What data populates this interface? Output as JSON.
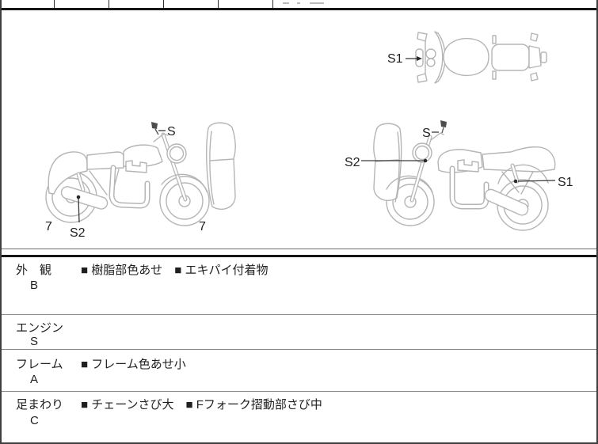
{
  "colors": {
    "line_art": "#b5b5b5",
    "border_dark": "#161616",
    "row_separator": "#8a8a8a",
    "text": "#1f1f1f"
  },
  "diagram": {
    "top_bike": {
      "front_label": "S1"
    },
    "left_bike": {
      "mirror_label": "S",
      "muffler_label": "S2",
      "rear_wheel_label": "7",
      "front_wheel_label": "7"
    },
    "right_bike": {
      "mirror_label": "S",
      "front_label": "S2",
      "rear_label": "S1"
    }
  },
  "inspection": {
    "rows": [
      {
        "label": "外　観",
        "grade": "B",
        "content": "■ 樹脂部色あせ　■ エキパイ付着物"
      },
      {
        "label": "エンジン",
        "grade": "S",
        "content": ""
      },
      {
        "label": "フレーム",
        "grade": "A",
        "content": "■ フレーム色あせ小"
      },
      {
        "label": "足まわり",
        "grade": "C",
        "content": "■ チェーンさび大　■ Fフォーク摺動部さび中"
      }
    ]
  }
}
